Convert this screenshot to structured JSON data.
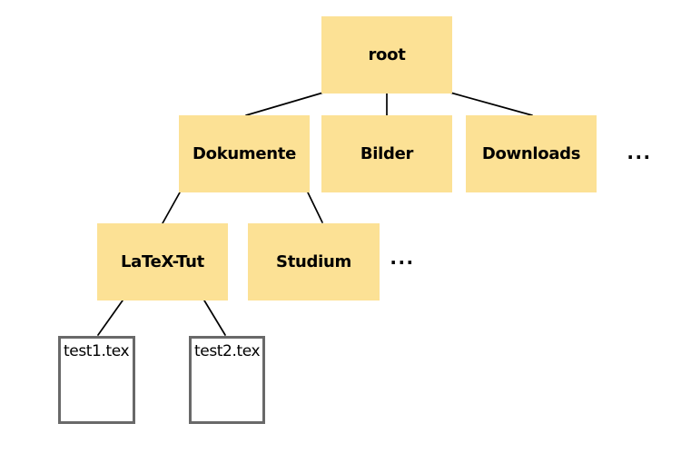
{
  "colors": {
    "background": "#ffffff",
    "node_fill": "#FCE195",
    "node_text": "#000000",
    "edge_color": "#000000",
    "file_border": "#696969",
    "file_fill": "#ffffff"
  },
  "tree": {
    "root": {
      "label": "root"
    },
    "level2": {
      "folders": [
        "Dokumente",
        "Bilder",
        "Downloads"
      ],
      "ellipsis": "..."
    },
    "level3": {
      "folders": [
        "LaTeX-Tut",
        "Studium"
      ],
      "ellipsis": "..."
    },
    "files": [
      "test1.tex",
      "test2.tex"
    ]
  }
}
